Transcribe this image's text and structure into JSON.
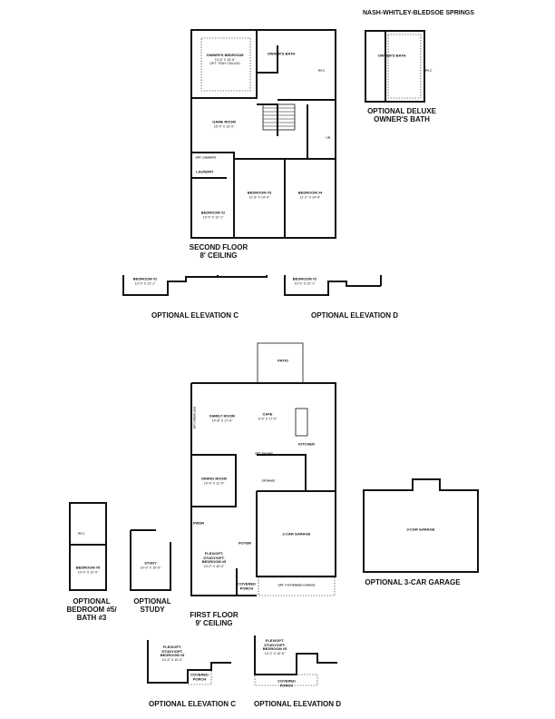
{
  "title": "NASH-WHITLEY-BLEDSOE SPRINGS",
  "second_floor": {
    "caption_line1": "SECOND FLOOR",
    "caption_line2": "8' CEILING",
    "rooms": {
      "owners_bedroom": {
        "name": "OWNER'S BEDROOM",
        "dim": "13'-6\" x 15'-6\"",
        "note": "OPT. TRAY CEILING"
      },
      "owners_bath": {
        "name": "OWNER'S BATH"
      },
      "wic": {
        "name": "W.I.C."
      },
      "game_room": {
        "name": "GAME ROOM",
        "dim": "16'-0\" x 13'-0\""
      },
      "laundry": {
        "name": "LAUNDRY",
        "note": "OPT. CABINETS"
      },
      "bedroom2": {
        "name": "BEDROOM #2",
        "dim": "10'-0\" x 12'-1\""
      },
      "bedroom3": {
        "name": "BEDROOM #3",
        "dim": "11'-6\" x 14'-4\""
      },
      "bedroom4": {
        "name": "BEDROOM #4",
        "dim": "11'-2\" x 14'-4\""
      },
      "linen": {
        "name": "LIN."
      }
    }
  },
  "optional_owners_bath": {
    "caption_line1": "OPTIONAL DELUXE",
    "caption_line2": "OWNER'S BATH",
    "bath": "OWNER'S BATH",
    "wic": "W.I.C."
  },
  "second_floor_elevations": [
    {
      "caption": "OPTIONAL ELEVATION C",
      "room": "BEDROOM #2",
      "dim": "10'-0\" x 12'-1\""
    },
    {
      "caption": "OPTIONAL ELEVATION D",
      "room": "BEDROOM #2",
      "dim": "10'-0\" x 12'-1\""
    }
  ],
  "first_floor": {
    "caption_line1": "FIRST FLOOR",
    "caption_line2": "9' CEILING",
    "rooms": {
      "patio": {
        "name": "PATIO"
      },
      "family_room": {
        "name": "FAMILY ROOM",
        "dim": "14'-8\" x 17'-9\""
      },
      "cafe": {
        "name": "CAFE",
        "dim": "9'-9\" x 17'-0\""
      },
      "kitchen": {
        "name": "KITCHEN"
      },
      "opt_railing": {
        "name": "OPT. RAILING"
      },
      "storage": {
        "name": "STORAGE"
      },
      "dining_room": {
        "name": "DINING ROOM",
        "dim": "10'-0\" x 11'-0\""
      },
      "pwdr": {
        "name": "PWDR"
      },
      "foyer": {
        "name": "FOYER"
      },
      "flex": {
        "name": "FLEX/OPT. STUDY/OPT. BEDROOM #5",
        "dim": "13'-0\" x 10'-0\""
      },
      "covered_porch": {
        "name": "COVERED PORCH"
      },
      "garage": {
        "name": "2-CAR GARAGE"
      },
      "ext_garage": {
        "name": "OPT. 4' EXTENDED GARAGE"
      },
      "fireplace": {
        "name": "OPT. FIREPLACE"
      }
    }
  },
  "optional_3car_garage": {
    "caption": "OPTIONAL 3-CAR GARAGE",
    "room": "3-CAR GARAGE"
  },
  "optional_bedroom5": {
    "caption_line1": "OPTIONAL",
    "caption_line2": "BEDROOM #5/",
    "caption_line3": "BATH #3",
    "room": "BEDROOM #5",
    "dim": "10'-0\" x 12'-0\"",
    "wic": "W.I.C."
  },
  "optional_study": {
    "caption_line1": "OPTIONAL",
    "caption_line2": "STUDY",
    "room": "STUDY",
    "dim": "10'-0\" x 10'-0\""
  },
  "first_floor_elevations": [
    {
      "caption": "OPTIONAL ELEVATION C",
      "room_line1": "FLEX/OPT.",
      "room_line2": "STUDY/OPT.",
      "room_line3": "BEDROOM #5",
      "dim": "10'-9\" x 10'-0\"",
      "porch": "COVERED PORCH"
    },
    {
      "caption": "OPTIONAL ELEVATION D",
      "room_line1": "FLEX/OPT.",
      "room_line2": "STUDY/OPT.",
      "room_line3": "BEDROOM #5",
      "dim": "13'-0\" x 10'-6\"",
      "porch": "COVERED PORCH"
    }
  ]
}
